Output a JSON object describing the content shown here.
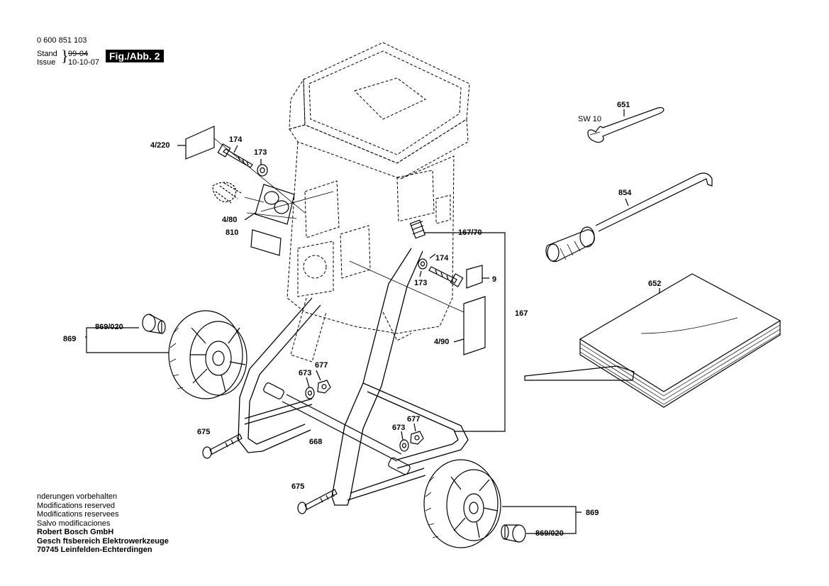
{
  "header": {
    "part_number": "0 600 851 103",
    "stand_label": "Stand",
    "issue_label": "Issue",
    "stand_value": "99-04",
    "issue_value": "10-10-07",
    "figure_tag": "Fig./Abb. 2"
  },
  "callouts": {
    "c4_220": "4/220",
    "c174_top": "174",
    "c173_top": "173",
    "c4_80": "4/80",
    "c810": "810",
    "c167_70": "167/70",
    "c174_mid": "174",
    "c9": "9",
    "c173_mid": "173",
    "c167": "167",
    "c4_90": "4/90",
    "c869_020_left": "869/020",
    "c869_left": "869",
    "c677_left": "677",
    "c673_left": "673",
    "c675_left": "675",
    "c668": "668",
    "c677_right": "677",
    "c673_right": "673",
    "c675_right": "675",
    "c869_right": "869",
    "c869_020_right": "869/020",
    "c651": "651",
    "sw10": "SW 10",
    "c854": "854",
    "c652": "652"
  },
  "footer": {
    "line1": "nderungen vorbehalten",
    "line2": "Modifications reserved",
    "line3": "Modifications reservees",
    "line4": "Salvo modificaciones",
    "line5": "Robert Bosch GmbH",
    "line6": "Gesch ftsbereich Elektrowerkzeuge",
    "line7": "70745 Leinfelden-Echterdingen"
  }
}
